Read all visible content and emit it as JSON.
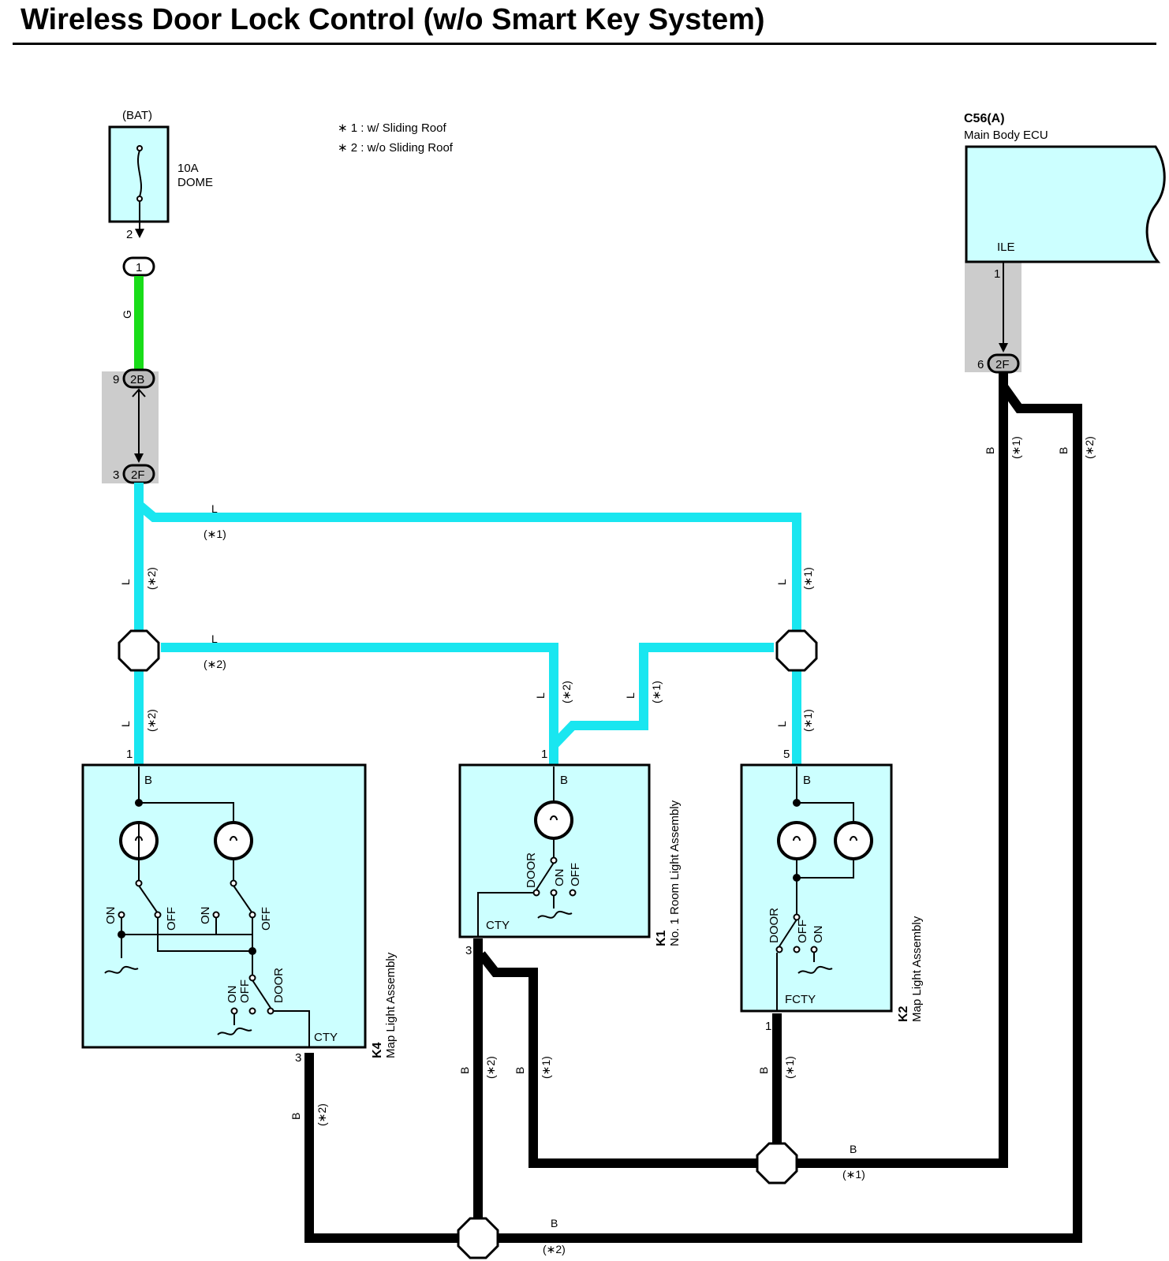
{
  "title": "Wireless Door Lock Control (w/o Smart Key System)",
  "notes": [
    "∗ 1 : w/ Sliding Roof",
    "∗ 2 : w/o Sliding Roof"
  ],
  "fuse": {
    "source": "(BAT)",
    "rating": "10A",
    "name": "DOME",
    "pin": "2"
  },
  "connectors": {
    "j1": "1",
    "c2b": {
      "label": "2B",
      "pin": "9"
    },
    "c2f_left": {
      "label": "2F",
      "pin": "3"
    },
    "c2f_right": {
      "label": "2F",
      "pin": "6"
    }
  },
  "ecu": {
    "code": "C56(A)",
    "name": "Main Body ECU",
    "terminal": "ILE",
    "pin": "1"
  },
  "wires": {
    "g": "G",
    "l": "L",
    "b": "B",
    "star1": "(∗1)",
    "star2": "(∗2)",
    "star1_v": "(∗1)",
    "star2_v": "(∗2)"
  },
  "components": {
    "k4": {
      "code": "K4",
      "name": "Map Light Assembly",
      "pin_top": "1",
      "pin_bottom": "3",
      "term_top": "B",
      "term_bottom": "CTY"
    },
    "k1": {
      "code": "K1",
      "name": "No.  1 Room Light Assembly",
      "pin_top": "1",
      "pin_bottom": "3",
      "term_top": "B",
      "term_bottom": "CTY"
    },
    "k2": {
      "code": "K2",
      "name": "Map Light Assembly",
      "pin_top": "5",
      "pin_bottom": "1",
      "term_top": "B",
      "term_bottom": "FCTY"
    }
  },
  "switch_labels": {
    "on": "ON",
    "off": "OFF",
    "door": "DOOR"
  },
  "colors": {
    "wire_l": "#19e6f0",
    "wire_g": "#19dc19",
    "wire_b": "#000000",
    "box_fill": "#ccffff",
    "shade": "#cccccc"
  }
}
